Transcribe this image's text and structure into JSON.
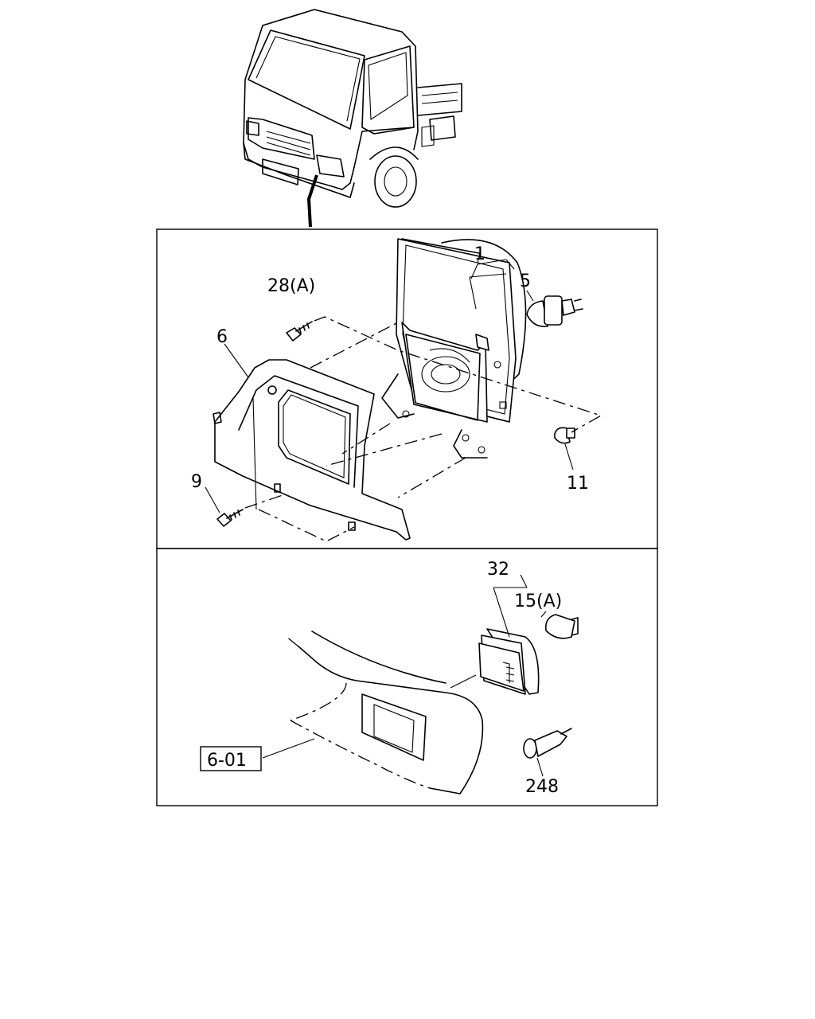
{
  "labels": {
    "part_1": "1",
    "part_5": "5",
    "part_28a": "28(A)",
    "part_6": "6",
    "part_9": "9",
    "part_11": "11",
    "part_32": "32",
    "part_15a": "15(A)",
    "part_248": "248",
    "ref_6_01": "6-01"
  }
}
